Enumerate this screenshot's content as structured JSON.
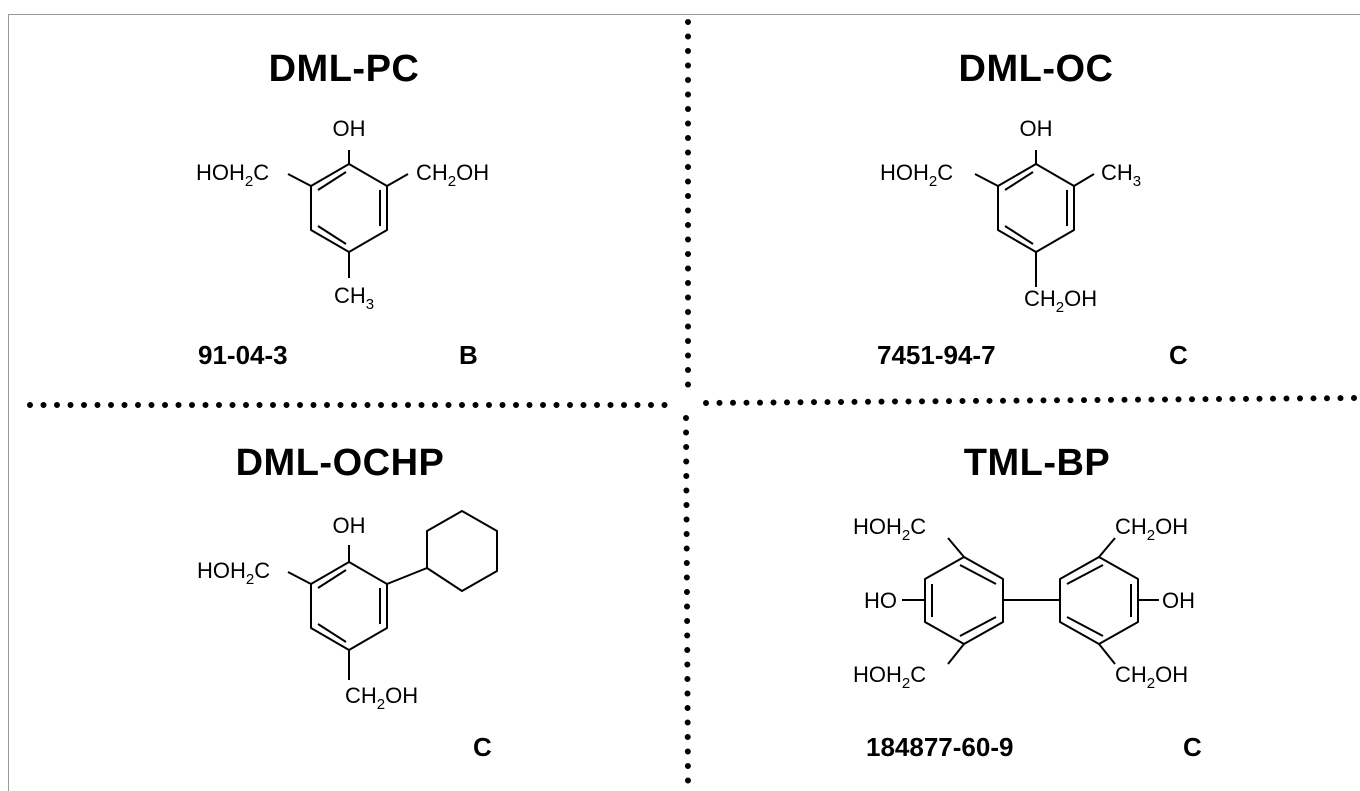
{
  "panels": [
    {
      "name": "DML-PC",
      "cas": "91-04-3",
      "category": "B"
    },
    {
      "name": "DML-OC",
      "cas": "7451-94-7",
      "category": "C"
    },
    {
      "name": "DML-OCHP",
      "cas": "",
      "category": "C"
    },
    {
      "name": "TML-BP",
      "cas": "184877-60-9",
      "category": "C"
    }
  ],
  "formula_labels": {
    "oh": "OH",
    "ho": "HO",
    "hoh2c_prefix": "HOH",
    "hoh2c_suffix": "C",
    "ch2oh_prefix": "CH",
    "ch2oh_suffix": "OH",
    "ch3_prefix": "CH",
    "subscript_2": "2",
    "subscript_3": "3"
  }
}
